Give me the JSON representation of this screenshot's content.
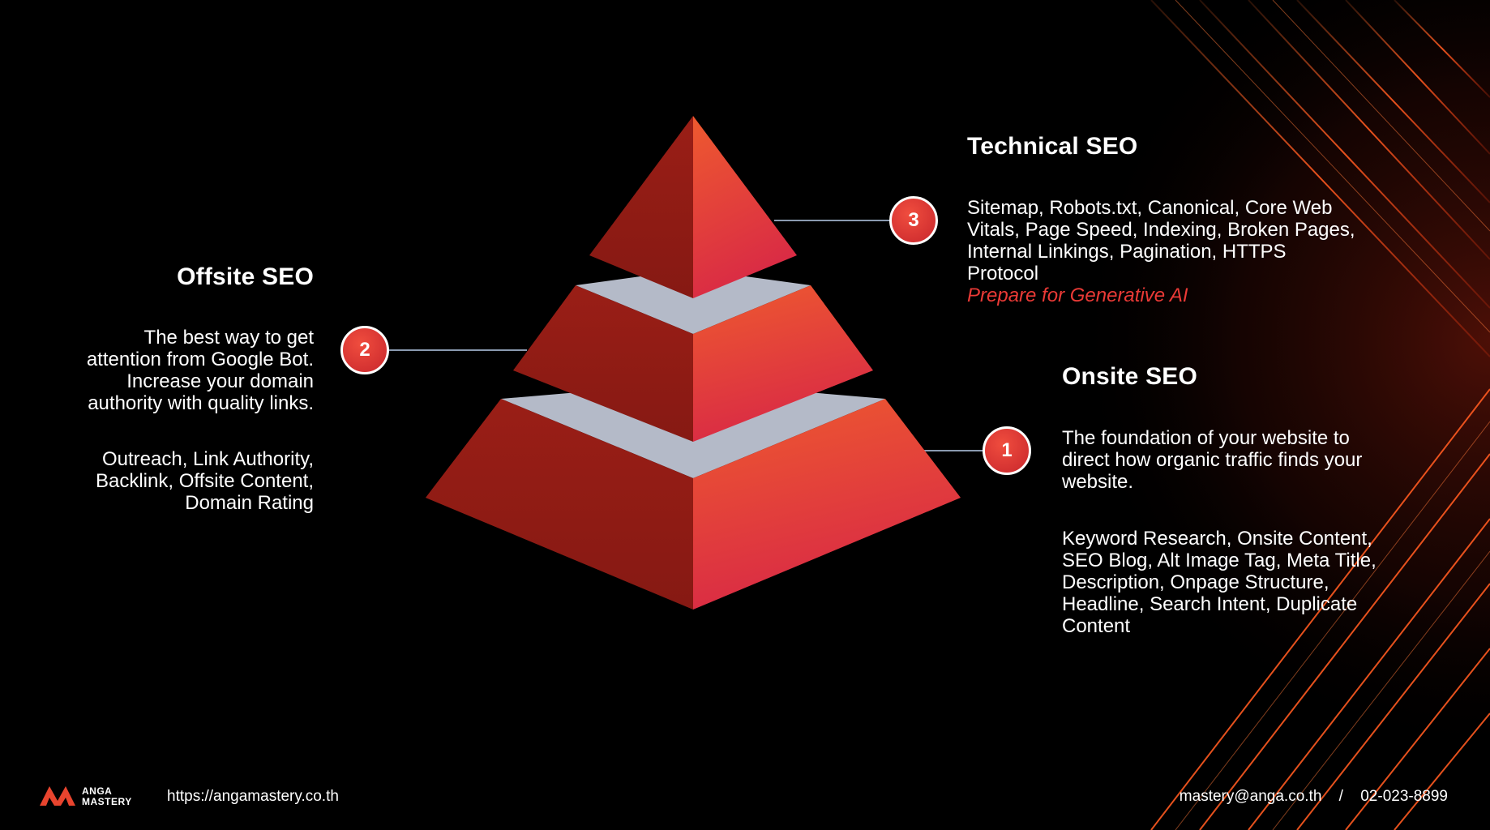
{
  "colors": {
    "background": "#000000",
    "pyramid_left": "#8c1b15",
    "pyramid_right_from": "#ee5a2f",
    "pyramid_right_to": "#d92a45",
    "separator": "#b4bac8",
    "accent_text": "#ea3a36",
    "connector": "#8a9ab0"
  },
  "sections": {
    "technical": {
      "number": "3",
      "title": "Technical SEO",
      "lines": [
        "Sitemap, Robots.txt, Canonical, Core Web",
        "Vitals, Page Speed, Indexing, Broken Pages,",
        "Internal Linkings, Pagination, HTTPS",
        "Protocol"
      ],
      "highlight": "Prepare for Generative AI"
    },
    "offsite": {
      "number": "2",
      "title": "Offsite SEO",
      "description_lines": [
        "The best way to get",
        "attention from Google Bot.",
        "Increase your domain",
        "authority with quality links."
      ],
      "keyword_lines": [
        "Outreach, Link Authority,",
        "Backlink, Offsite Content,",
        "Domain Rating"
      ]
    },
    "onsite": {
      "number": "1",
      "title": "Onsite SEO",
      "description_lines": [
        "The foundation of your website to",
        "direct how organic traffic finds your",
        "website."
      ],
      "keyword_lines": [
        "Keyword Research, Onsite Content,",
        "SEO Blog, Alt Image Tag, Meta Title,",
        "Description, Onpage Structure,",
        "Headline, Search Intent, Duplicate",
        "Content"
      ]
    }
  },
  "footer": {
    "logo_line1": "ANGA",
    "logo_line2": "MASTERY",
    "website": "https://angamastery.co.th",
    "email": "mastery@anga.co.th",
    "separator": "/",
    "phone": "02-023-8899"
  }
}
